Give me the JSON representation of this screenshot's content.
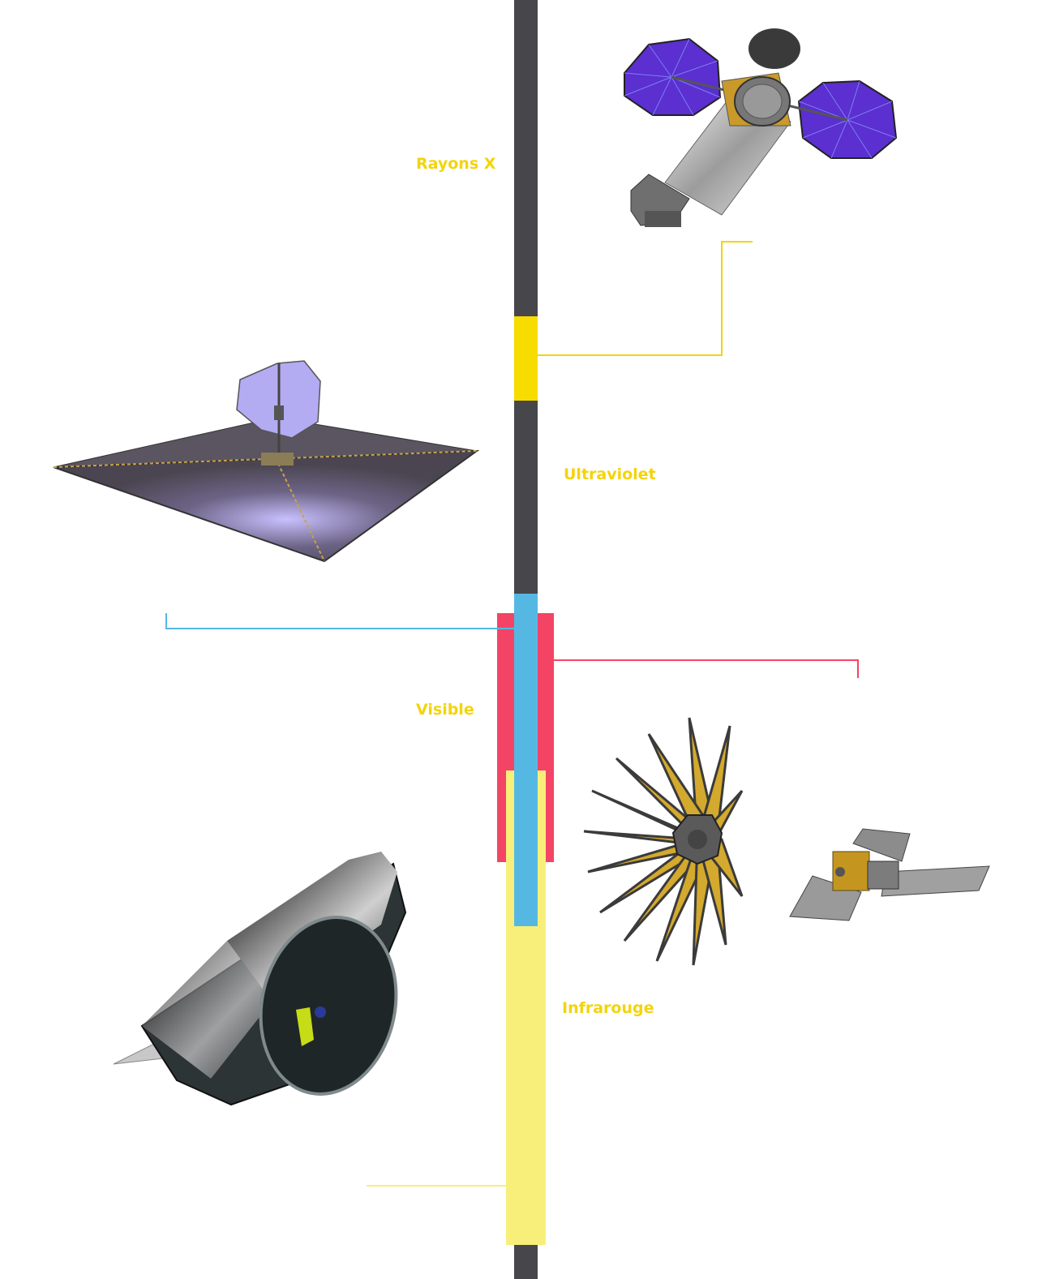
{
  "bands": [
    {
      "id": "xray",
      "label": "Rayons X"
    },
    {
      "id": "uv",
      "label": "Ultraviolet"
    },
    {
      "id": "visible",
      "label": "Visible"
    },
    {
      "id": "ir",
      "label": "Infrarouge"
    }
  ],
  "colors": {
    "axis": "#47464b",
    "xray": "#f7dc00",
    "visible_blue": "#55b8e3",
    "visible_red": "#f44466",
    "ir_yellow": "#f8ef7a",
    "label": "#f3d40a"
  },
  "icons": [
    "xray-satellite-icon",
    "sunshield-telescope-icon",
    "cylindrical-telescope-icon",
    "starshade-icon",
    "small-satellite-icon"
  ]
}
